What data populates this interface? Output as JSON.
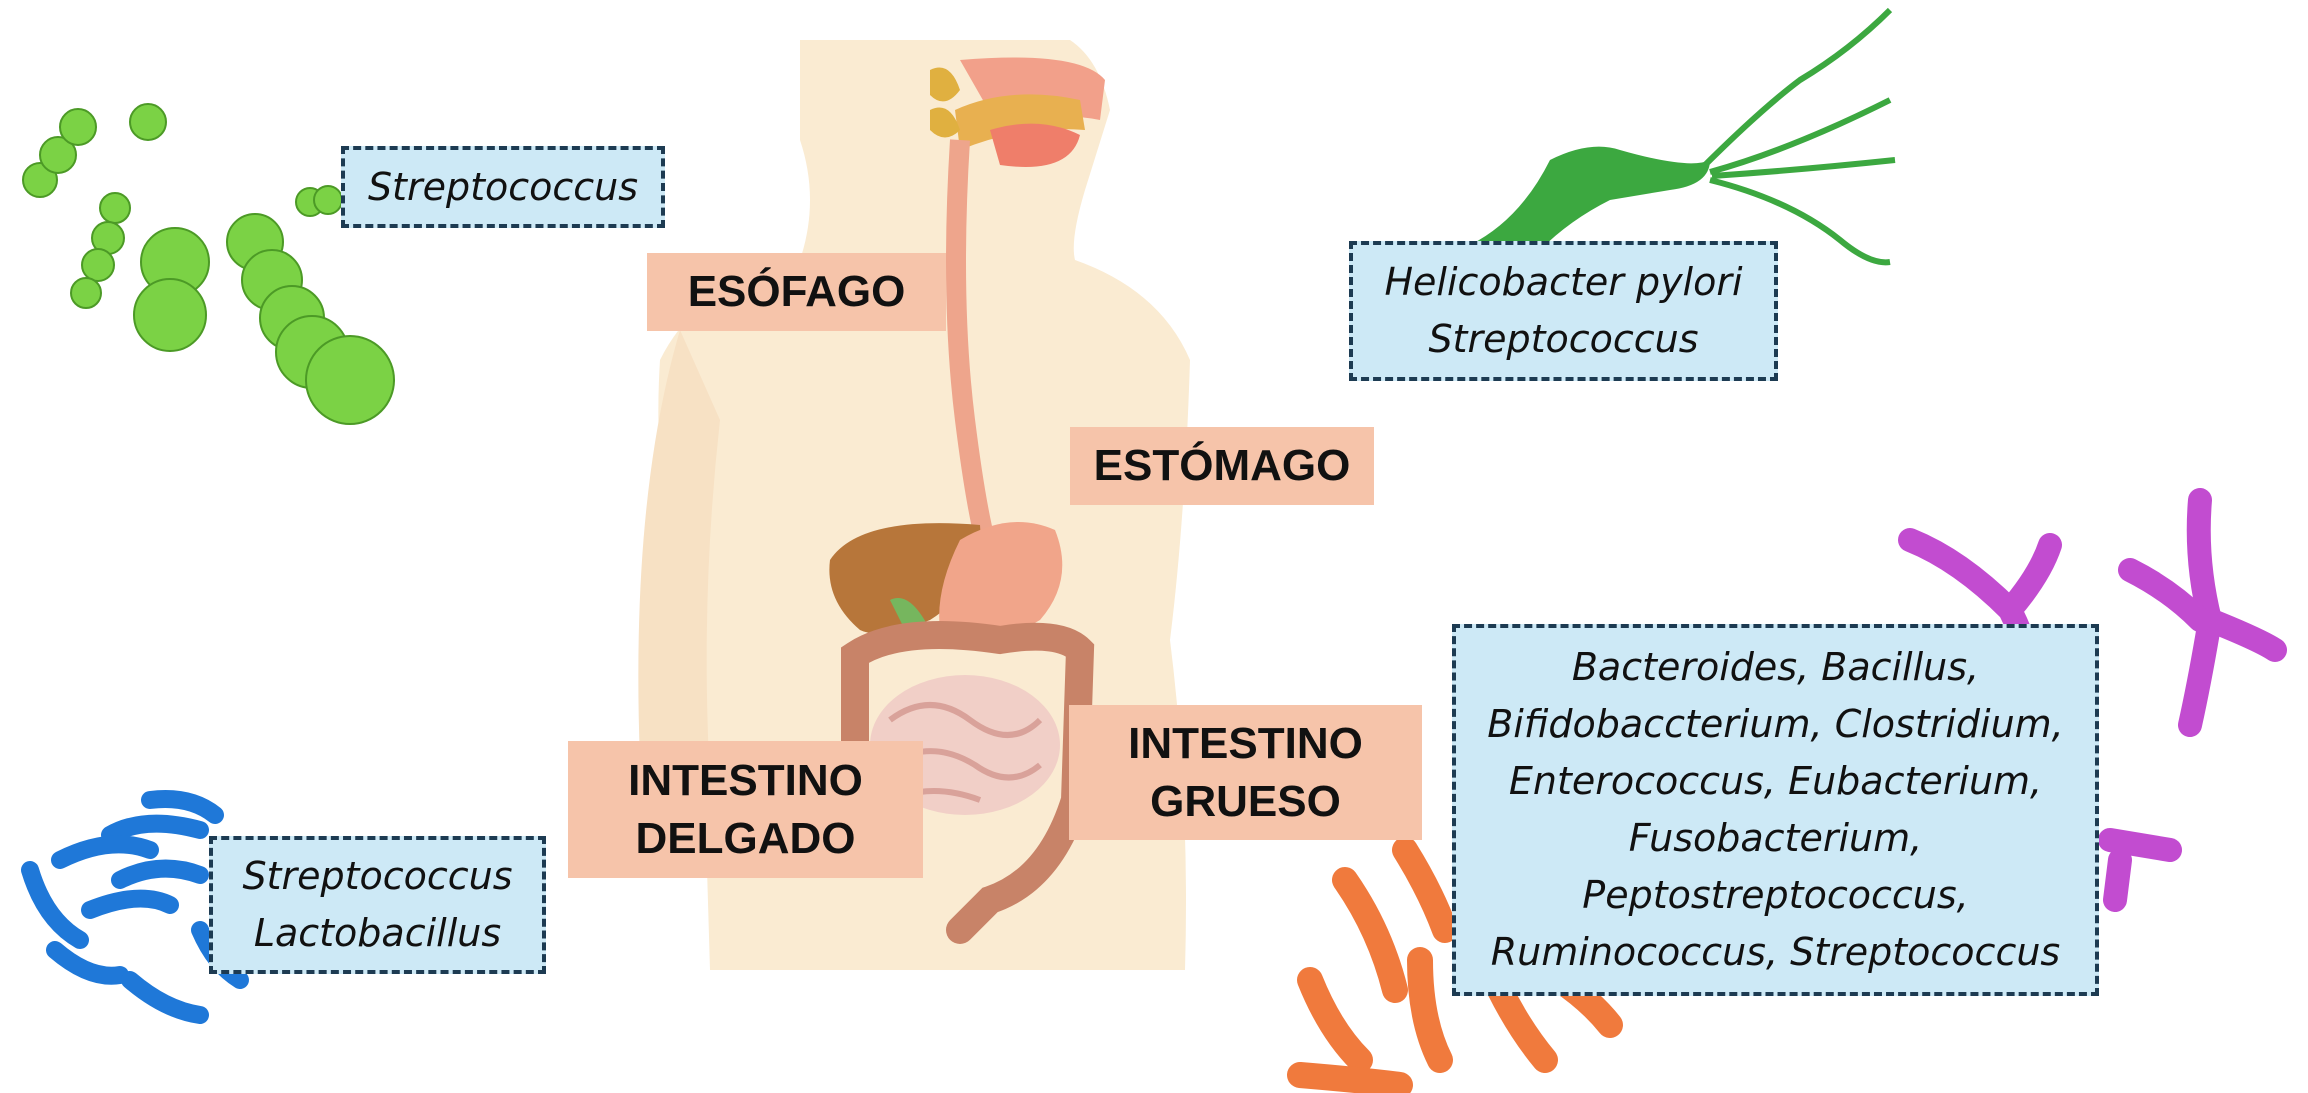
{
  "organs": {
    "esofago": "ESÓFAGO",
    "estomago": "ESTÓMAGO",
    "intestino_delgado": "INTESTINO\nDELGADO",
    "intestino_grueso": "INTESTINO\nGRUESO"
  },
  "bacteria": {
    "mouth": "Streptococcus",
    "stomach": "Helicobacter pylori\nStreptococcus",
    "small_intestine": "Streptococcus\nLactobacillus",
    "large_intestine": "Bacteroides, Bacillus,\nBifidobaccterium, Clostridium,\nEnterococcus, Eubacterium,\nFusobacterium,\nPeptostreptococcus,\nRuminococcus, Streptococcus"
  },
  "colors": {
    "organ_label_bg": "#f6c4aa",
    "bacteria_box_bg": "#cde9f6",
    "bacteria_box_border": "#1d3b52"
  }
}
